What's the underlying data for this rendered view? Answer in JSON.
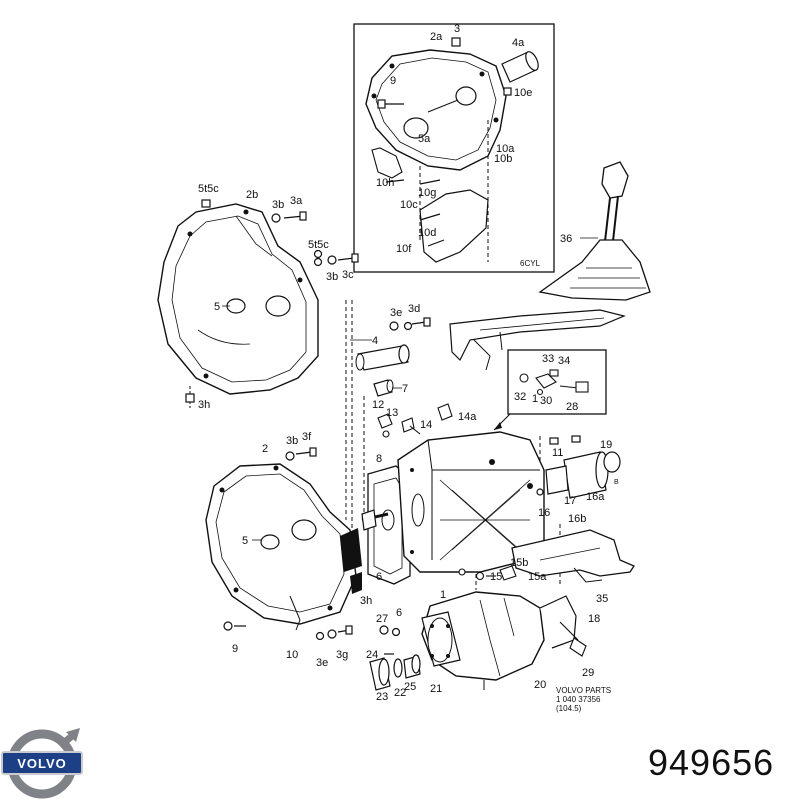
{
  "inset_label": "6CYL",
  "callouts": {
    "c3": "3",
    "c2a": "2a",
    "c4a": "4a",
    "c9a": "9",
    "c10e": "10e",
    "c5a": "5a",
    "c10a": "10a",
    "c10b": "10b",
    "c10h": "10h",
    "c10g": "10g",
    "c10c": "10c",
    "c10d": "10d",
    "c10f": "10f",
    "c5t5c": "5t5c",
    "c2b": "2b",
    "c3b1": "3b",
    "c3a": "3a",
    "c5t5c2": "5t5c",
    "c3b2": "3b",
    "c3c1": "3c",
    "c5b": "5",
    "c3e1": "3e",
    "c3d": "3d",
    "c4": "4",
    "c7": "7",
    "c3h1": "3h",
    "c36": "36",
    "c33": "33",
    "c34": "34",
    "c32": "32",
    "c1b": "1",
    "c30": "30",
    "c28": "28",
    "c12": "12",
    "c13": "13",
    "c14": "14",
    "c14a": "14a",
    "c2": "2",
    "c3b3": "3b",
    "c3f": "3f",
    "c8": "8",
    "c11": "11",
    "c19": "19",
    "c17": "17",
    "c16a": "16a",
    "c16": "16",
    "c16b": "16b",
    "c5c": "5",
    "c6a": "6",
    "c1": "1",
    "c15b": "15b",
    "c15": "15",
    "c15a": "15a",
    "c35": "35",
    "c3h2": "3h",
    "c27": "27",
    "c6b": "6",
    "c18": "18",
    "c9": "9",
    "c10": "10",
    "c3e2": "3e",
    "c3g": "3g",
    "c24": "24",
    "c23": "23",
    "c22": "22",
    "c25": "25",
    "c21": "21",
    "c20": "20",
    "c29": "29",
    "c_b": "B"
  },
  "footnote": {
    "line1": "VOLVO PARTS",
    "line2": "1 040  37356",
    "line3": "(104.5)"
  },
  "logo_text": "VOLVO",
  "part_number": "949656"
}
